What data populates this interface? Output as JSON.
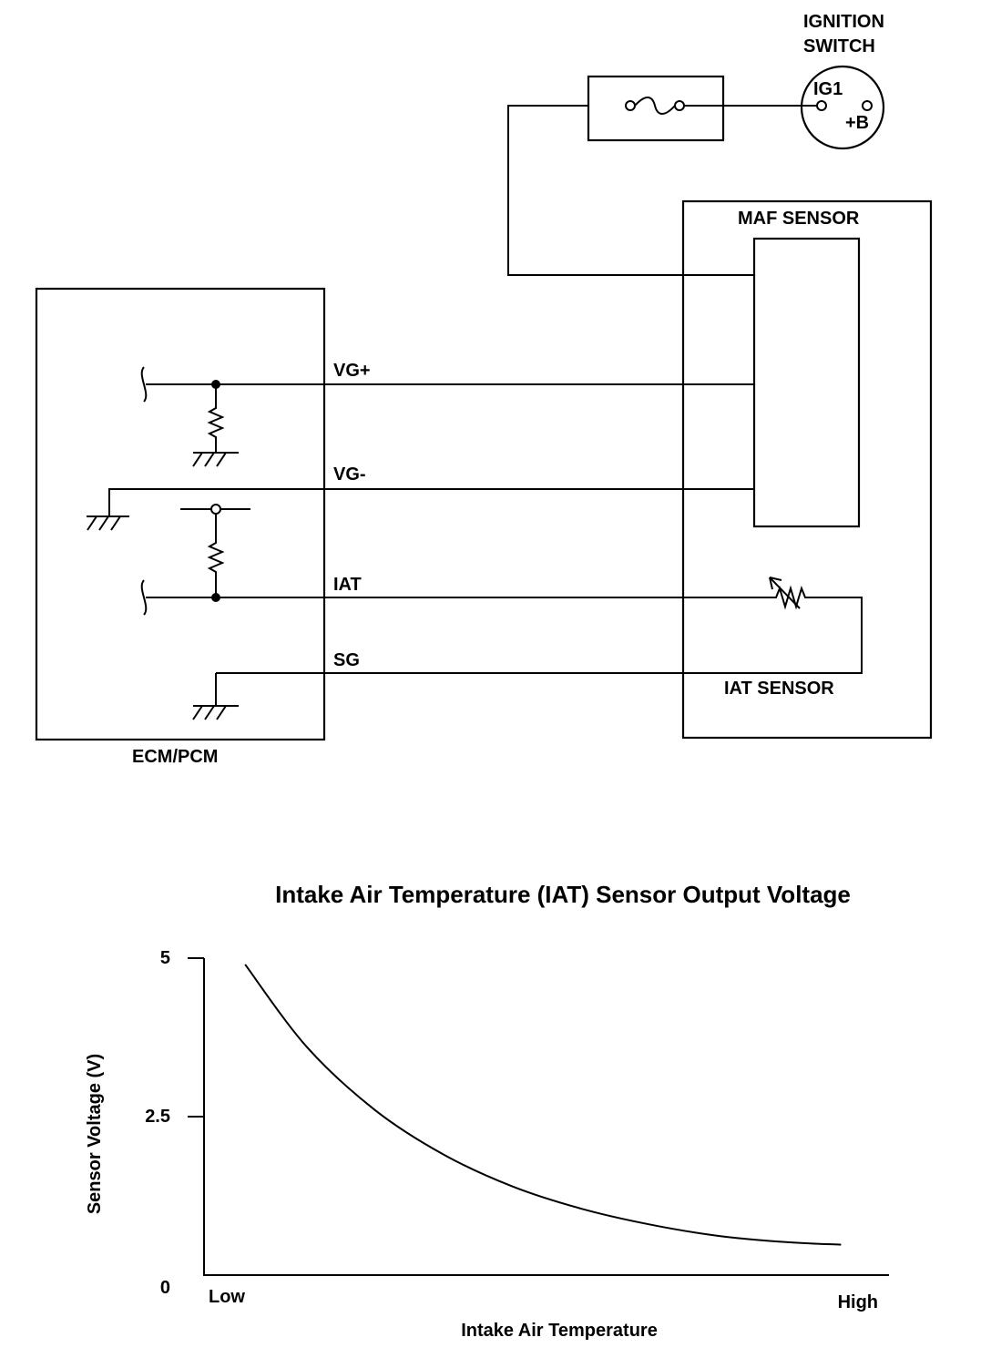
{
  "diagram": {
    "ignition_switch": {
      "title_line1": "IGNITION",
      "title_line2": "SWITCH",
      "pin_ig1": "IG1",
      "pin_b": "+B"
    },
    "maf_sensor_label": "MAF SENSOR",
    "iat_sensor_label": "IAT SENSOR",
    "ecm_label": "ECM/PCM",
    "wires": {
      "vg_plus": "VG+",
      "vg_minus": "VG-",
      "iat": "IAT",
      "sg": "SG"
    }
  },
  "chart_data": {
    "type": "line",
    "title": "Intake Air Temperature (IAT) Sensor Output Voltage",
    "xlabel": "Intake Air Temperature",
    "ylabel": "Sensor Voltage (V)",
    "x_tick_labels": [
      "Low",
      "High"
    ],
    "y_ticks": [
      0,
      2.5,
      5
    ],
    "y_tick_labels": [
      "0",
      "2.5",
      "5"
    ],
    "ylim": [
      0,
      5
    ],
    "xlim": [
      0,
      1
    ],
    "series": [
      {
        "x": [
          0.06,
          0.15,
          0.25,
          0.35,
          0.45,
          0.55,
          0.65,
          0.75,
          0.85,
          0.93
        ],
        "values": [
          4.9,
          3.6,
          2.6,
          1.9,
          1.4,
          1.05,
          0.8,
          0.62,
          0.52,
          0.48
        ]
      }
    ],
    "grid": false
  }
}
